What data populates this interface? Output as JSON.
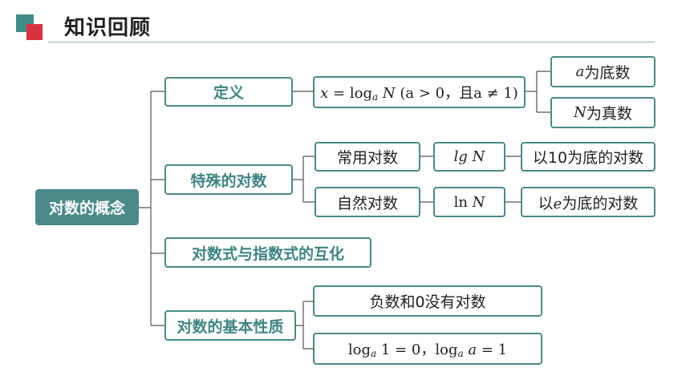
{
  "header": {
    "title": "知识回顾"
  },
  "root": {
    "label": "对数的概念"
  },
  "sections": {
    "definition": {
      "label": "定义",
      "formula": {
        "lhs": "x",
        "base": "a",
        "arg": "N",
        "conditions": "(a > 0，且a ≠ 1)"
      },
      "children": [
        {
          "var": "a",
          "text": " 为底数"
        },
        {
          "var": "N",
          "text": " 为真数"
        }
      ]
    },
    "special": {
      "label": "特殊的对数",
      "rows": [
        {
          "name": "常用对数",
          "notation_fn": "lg",
          "notation_arg": "N",
          "desc": "以10为底的对数"
        },
        {
          "name": "自然对数",
          "notation_fn": "ln",
          "notation_arg": "N",
          "desc_pre": "以",
          "desc_var": "e",
          "desc_post": "为底的对数"
        }
      ]
    },
    "conversion": {
      "label": "对数式与指数式的互化"
    },
    "properties": {
      "label": "对数的基本性质",
      "items": [
        {
          "text": "负数和0没有对数"
        },
        {
          "formula": {
            "base": "a",
            "arg1": "1",
            "val1": "0",
            "arg2": "a",
            "val2": "1"
          }
        }
      ]
    }
  },
  "colors": {
    "accent": "#4a8b89",
    "accent_text": "#3d8583",
    "logo_teal": "#3f8c8a",
    "logo_red": "#d8323f"
  }
}
